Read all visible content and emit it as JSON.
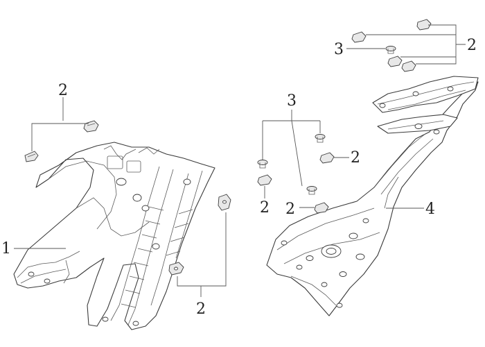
{
  "diagram": {
    "callouts": {
      "left_part": "1",
      "left_top_clips": "2",
      "left_bottom_clips": "2",
      "right_top_clips": "2",
      "right_top_screw": "3",
      "right_screws": "3",
      "right_clip_a": "2",
      "right_clip_b": "2",
      "right_clip_c": "2",
      "right_part": "4"
    }
  }
}
